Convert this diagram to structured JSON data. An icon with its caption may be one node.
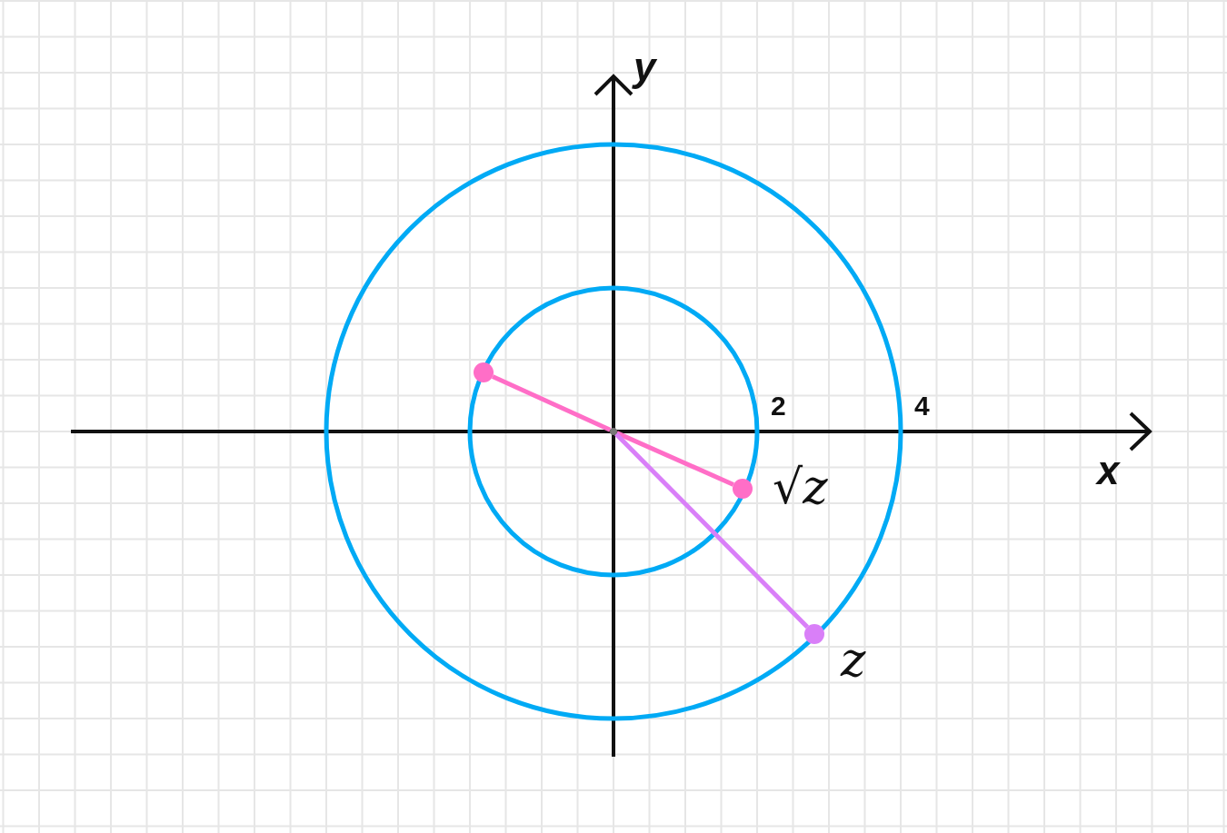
{
  "diagram": {
    "nodes": [
      {
        "text": [],
        "shape": "circle"
      },
      {
        "text": [],
        "shape": "circle"
      },
      {
        "text": [],
        "shape": "circle",
        "beside": [
          "√z"
        ]
      },
      {
        "text": [],
        "shape": "circle",
        "beside": [
          "z"
        ]
      }
    ],
    "edges": [
      {
        "from": 0,
        "to": 1,
        "arrow": "none",
        "color": "#ff6ec7"
      },
      {
        "from": 0,
        "to": 2,
        "arrow": "none",
        "color": "#ff6ec7"
      },
      {
        "from": 0,
        "to": 3,
        "arrow": "none",
        "color": "#d97ff8"
      }
    ],
    "labels": [
      "y",
      "2",
      "4",
      "x"
    ]
  }
}
